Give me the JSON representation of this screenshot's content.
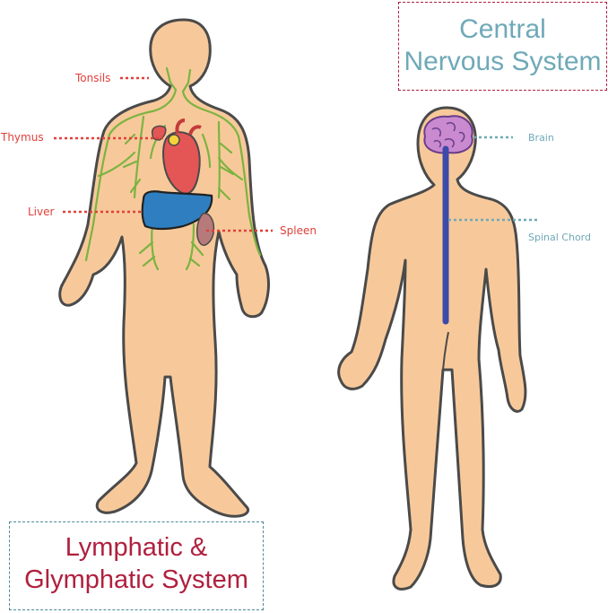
{
  "labels": {
    "tonsils": "Tonsils",
    "thymus": "Thymus",
    "liver": "Liver",
    "spleen": "Spleen",
    "brain": "Brain",
    "spinal_chord": "Spinal Chord"
  },
  "titles": {
    "cns_line1": "Central",
    "cns_line2": "Nervous System",
    "lymphatic_line1": "Lymphatic &",
    "lymphatic_line2": "Glymphatic System"
  },
  "colors": {
    "skin": "#f7c99a",
    "outline": "#4a4a4a",
    "lymph_vessels": "#7cb342",
    "liver": "#2f7fc0",
    "heart": "#e45555",
    "spleen": "#b77a7a",
    "brain": "#c98ad0",
    "spine": "#3c4aa8",
    "organ_label": "#e0403a",
    "cns_label": "#6fa9b8",
    "cns_title_border": "#b0203e",
    "lymphatic_title": "#b0203e",
    "lymphatic_title_border": "#4a8a9a"
  }
}
